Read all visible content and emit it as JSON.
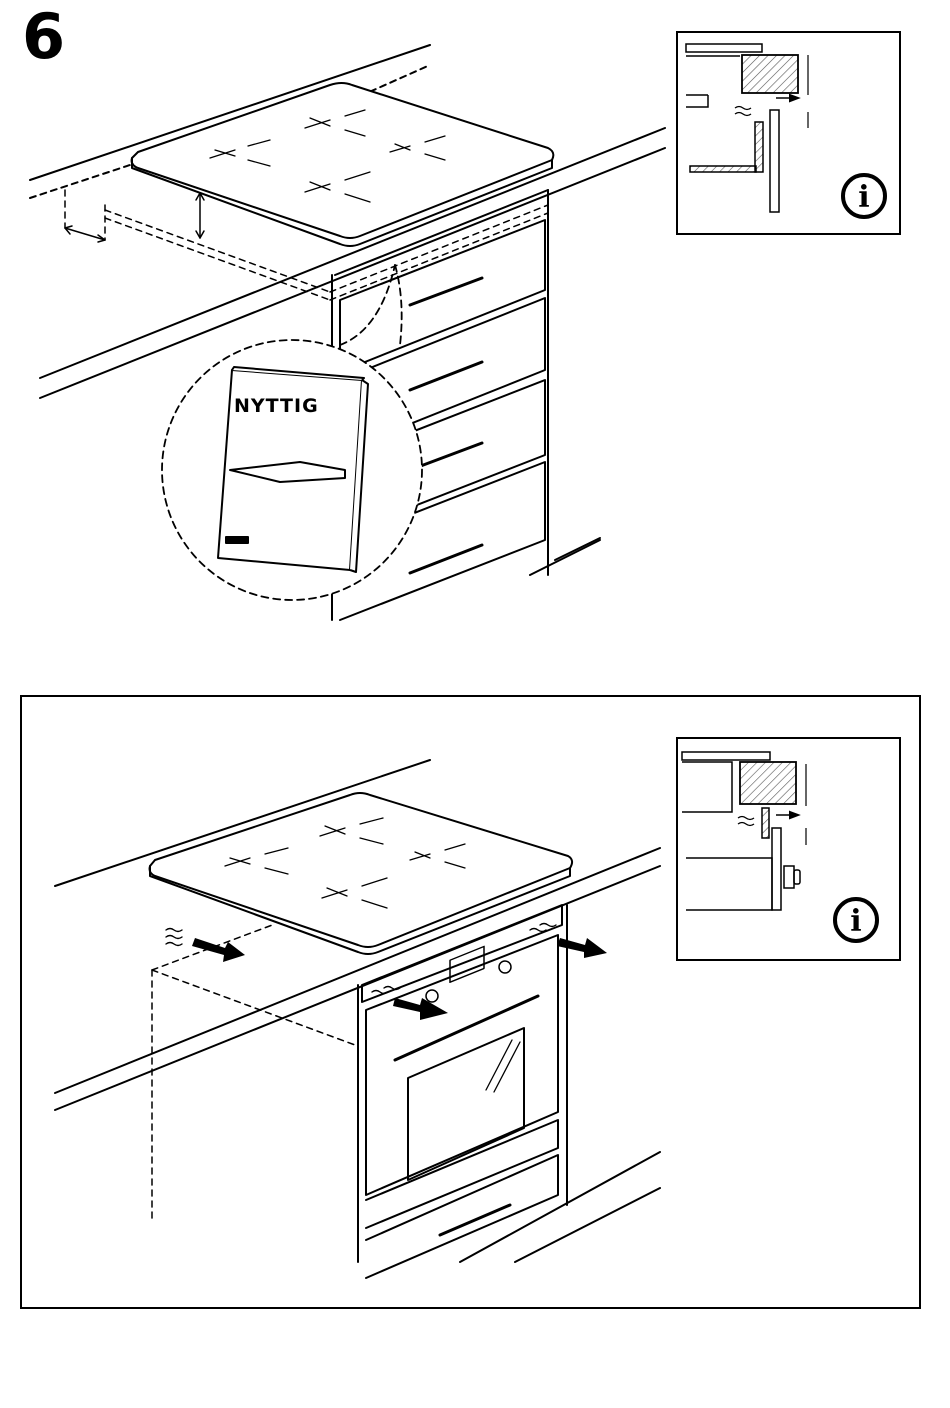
{
  "step": {
    "number": "6"
  },
  "booklet": {
    "title": "NYTTIG"
  },
  "info_badges": [
    {
      "icon": "info-icon",
      "glyph": "i"
    },
    {
      "icon": "info-icon",
      "glyph": "i"
    }
  ],
  "colors": {
    "line": "#000000",
    "background": "#ffffff",
    "hatch": "#555555"
  }
}
